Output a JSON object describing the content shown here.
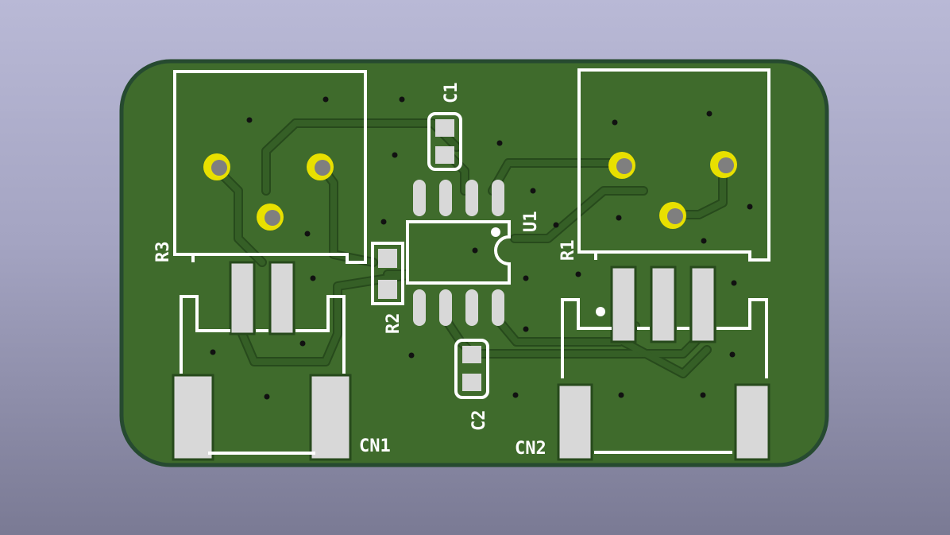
{
  "board": {
    "colors": {
      "background_top": "#b9b9d6",
      "background_bottom": "#7a7a94",
      "board_outline": "#264a30",
      "copper_pour": "#3f6b2c",
      "trace": "#355f26",
      "trace_edge": "#274a1c",
      "silkscreen": "#ffffff",
      "pad": "#d8d8d8",
      "through_hole_ring": "#e8e000",
      "drill": "#7f7f7f",
      "via": "#111111"
    },
    "references": {
      "c1": "C1",
      "c2": "C2",
      "r1": "R1",
      "r2": "R2",
      "r3": "R3",
      "u1": "U1",
      "cn1": "CN1",
      "cn2": "CN2"
    }
  }
}
